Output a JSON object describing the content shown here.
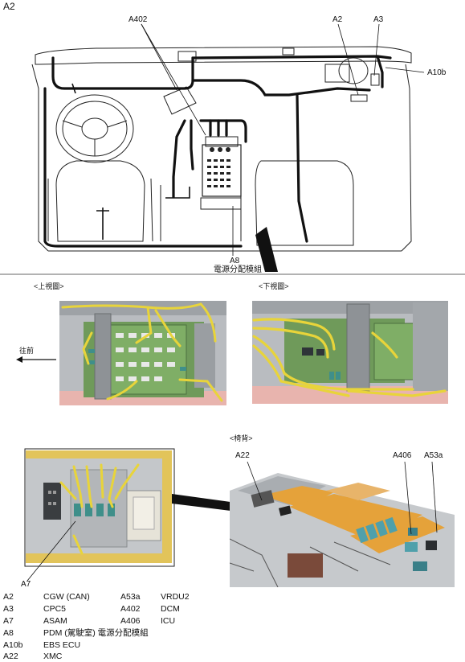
{
  "page_title": "A2",
  "top_diagram": {
    "labels": {
      "a402": "A402",
      "a2": "A2",
      "a3": "A3",
      "a10b": "A10b",
      "a8": "A8",
      "a8_desc": "電源分配模組"
    }
  },
  "views": {
    "top_view_title": "<上視圖>",
    "bottom_view_title": "<下視圖>",
    "forward_label": "往前"
  },
  "lower": {
    "a7": "A7",
    "seat_title": "<椅背>",
    "a22": "A22",
    "a406": "A406",
    "a53a": "A53a"
  },
  "legend": [
    {
      "code": "A2",
      "name": "CGW (CAN)"
    },
    {
      "code": "A3",
      "name": "CPC5"
    },
    {
      "code": "A7",
      "name": "ASAM"
    },
    {
      "code": "A8",
      "name": "PDM (駕駛室) 電源分配模組"
    },
    {
      "code": "A10b",
      "name": "EBS ECU"
    },
    {
      "code": "A22",
      "name": "XMC"
    }
  ],
  "legend2": [
    {
      "code": "A53a",
      "name": "VRDU2"
    },
    {
      "code": "A402",
      "name": "DCM"
    },
    {
      "code": "A406",
      "name": "ICU"
    }
  ],
  "colors": {
    "harness_yellow": "#e8d43a",
    "board_green": "#6f9a5a",
    "tray_orange": "#e5a23a",
    "bg_grey": "#b9bcc0"
  }
}
